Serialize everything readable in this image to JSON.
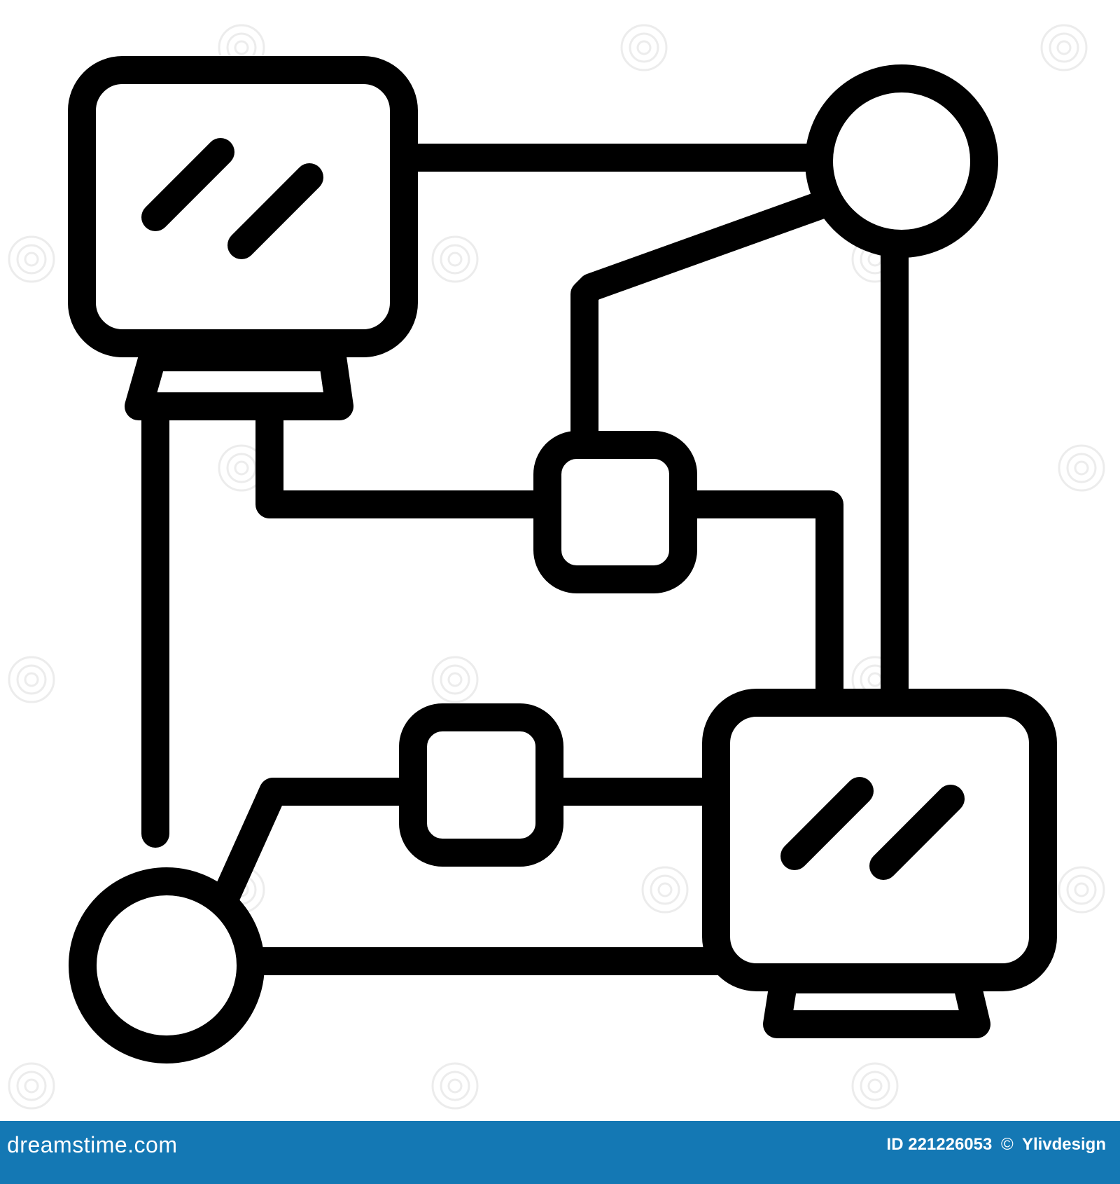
{
  "footer": {
    "logo_text": "dreamstime.com",
    "id_label": "ID",
    "id_value": "221226053",
    "copyright_symbol": "©",
    "author": "Ylivdesign"
  },
  "icon": {
    "name": "network-diagram-icon",
    "stroke_color": "#000000",
    "background_color": "#ffffff",
    "parts": [
      "monitor-top-left",
      "monitor-bottom-right",
      "node-top-right",
      "node-bottom-left",
      "square-node-center",
      "square-node-lower"
    ]
  },
  "footer_color": "#1478b4",
  "watermark": {
    "icon": "spiral-watermark-icon"
  }
}
